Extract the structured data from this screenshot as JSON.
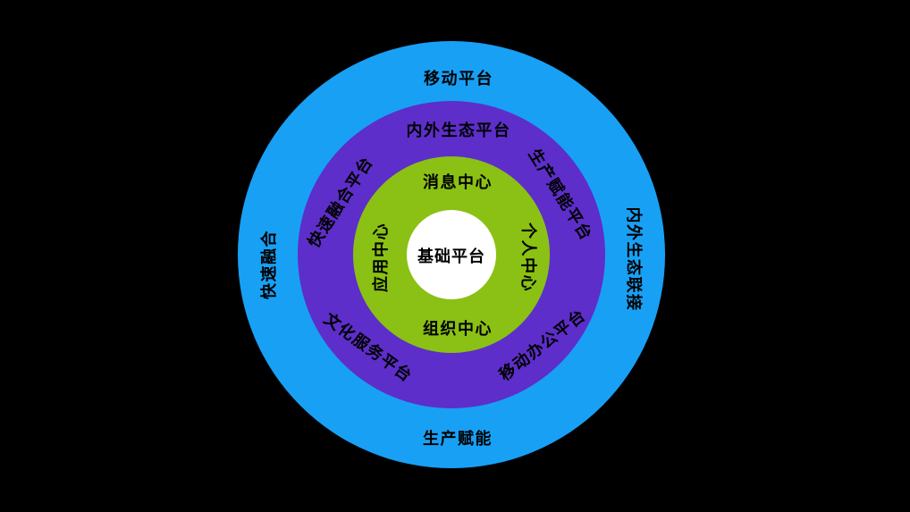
{
  "colors": {
    "background": "#000000",
    "outer_ring": "#18A0F5",
    "middle_ring": "#5D2EC9",
    "inner_ring": "#8AC114",
    "core": "#FFFFFF",
    "label_text": "#000000"
  },
  "outer_ring": {
    "top": "移动平台",
    "right": "内外生态联接",
    "bottom": "生产赋能",
    "left": "快速融合"
  },
  "middle_ring": {
    "top": "内外生态平台",
    "upper_right": "生产赋能平台",
    "lower_right": "移动办公平台",
    "lower_left": "文化服务平台",
    "upper_left": "快速融合平台"
  },
  "inner_ring": {
    "top": "消息中心",
    "right": "个人中心",
    "bottom": "组织中心",
    "left": "应用中心"
  },
  "core": {
    "label": "基础平台"
  }
}
